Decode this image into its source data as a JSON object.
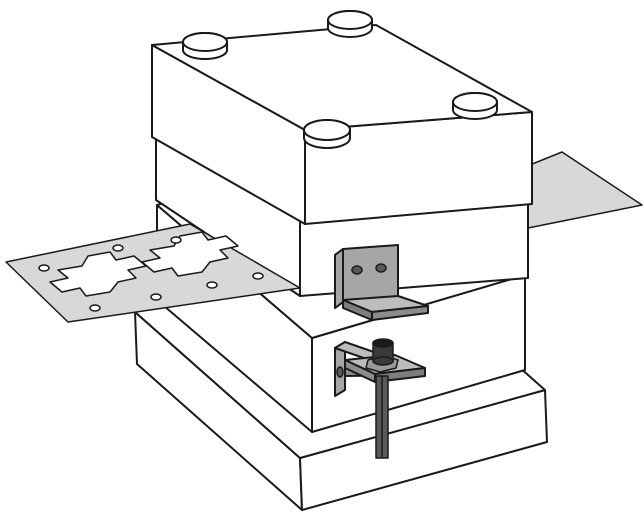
{
  "figure": {
    "kind": "line illustration",
    "parts": [
      "punch-holder-plate",
      "upper-die-block",
      "lower-die-block",
      "die-base",
      "guide-post-cap",
      "metal-strip",
      "upper-l-bracket",
      "lower-sensor-bracket",
      "proximity-sensor"
    ]
  },
  "colors": {
    "outline": "#1a1a1a",
    "face_white": "#ffffff",
    "strip_gray": "#d8d8d8",
    "bracket_gray": "#a6a6a6",
    "bracket_dark": "#7e7e7e",
    "sensor_dark": "#3a3a3a"
  }
}
